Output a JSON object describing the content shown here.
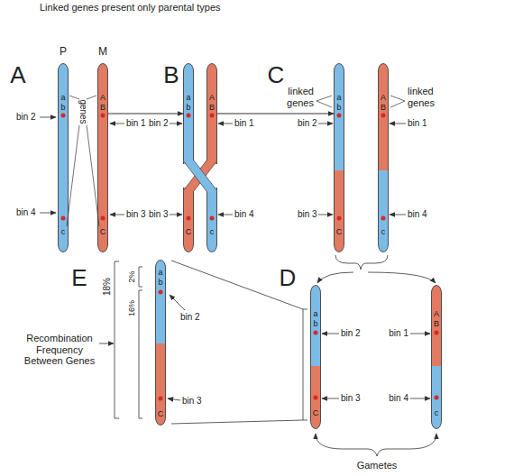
{
  "diagram": {
    "title": "Linked genes present only parental types",
    "nodes": [
      {
        "text": [
          "a",
          "b",
          "c"
        ]
      },
      {
        "text": [
          "A",
          "B",
          "C"
        ]
      },
      {
        "text": [
          "a",
          "b",
          "C"
        ]
      },
      {
        "text": [
          "A",
          "B",
          "c"
        ]
      },
      {
        "text": [
          "a",
          "b",
          "C"
        ]
      },
      {
        "text": [
          "A",
          "B",
          "c"
        ]
      },
      {
        "text": [
          "a",
          "b",
          "C"
        ]
      },
      {
        "text": [
          "a",
          "b",
          "C"
        ]
      },
      {
        "text": [
          "A",
          "B",
          "c"
        ]
      }
    ],
    "edges": [
      {
        "from": 1,
        "to": 2,
        "arrow": "to"
      },
      {
        "from": 3,
        "to": 4,
        "arrow": "to"
      }
    ],
    "labels": [
      "A",
      "P",
      "M",
      "genes",
      "bin 2",
      "bin 4",
      "bin 1",
      "bin 3",
      "B",
      "bin 2",
      "bin 3",
      "bin 1",
      "bin 4",
      "C",
      "linked genes",
      "linked genes",
      "bin 2",
      "bin 3",
      "bin 1",
      "bin 4",
      "E",
      "2%",
      "16%",
      "18%",
      "Recombination Frequency Between Genes",
      "bin 2",
      "bin 3",
      "D",
      "bin 2",
      "bin 1",
      "bin 3",
      "bin 4",
      "Gametes"
    ]
  }
}
